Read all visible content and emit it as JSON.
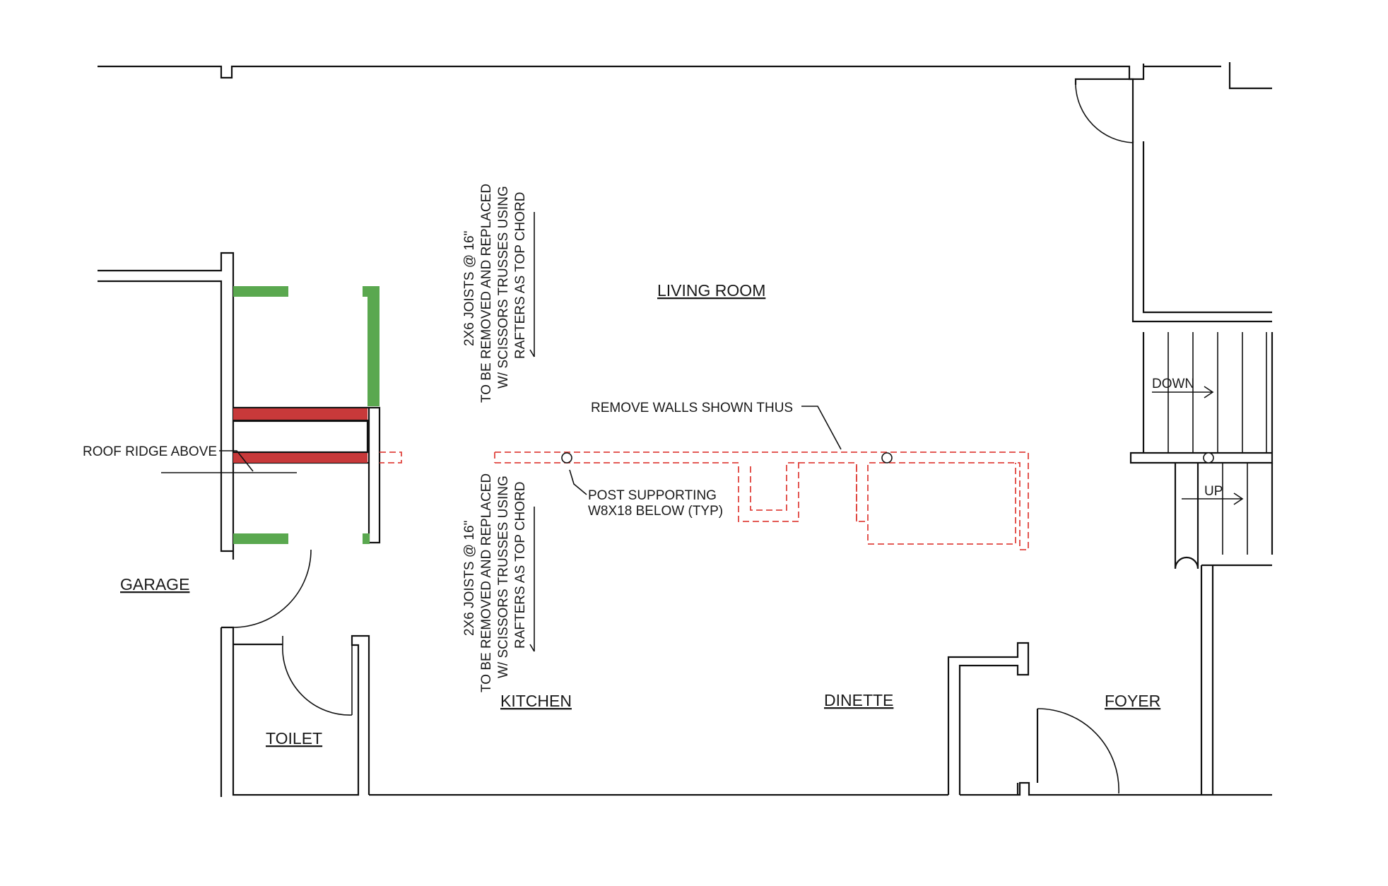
{
  "rooms": {
    "living_room": "LIVING ROOM",
    "garage": "GARAGE",
    "toilet": "TOILET",
    "kitchen": "KITCHEN",
    "dinette": "DINETTE",
    "foyer": "FOYER"
  },
  "notes": {
    "roof_ridge": "ROOF RIDGE ABOVE",
    "remove_walls": "REMOVE WALLS SHOWN THUS",
    "post_line1": "POST SUPPORTING",
    "post_line2": "W8X18 BELOW (TYP)",
    "joists_upper": [
      "2X6 JOISTS @ 16\"",
      "TO BE REMOVED AND REPLACED",
      "W/ SCISSORS TRUSSES USING",
      "RAFTERS AS TOP CHORD"
    ],
    "joists_lower": [
      "2X6 JOISTS @ 16\"",
      "TO BE REMOVED AND REPLACED",
      "W/ SCISSORS TRUSSES USING",
      "RAFTERS AS TOP CHORD"
    ]
  },
  "stairs": {
    "down": "DOWN",
    "up": "UP"
  },
  "colors": {
    "wall": "#111111",
    "demolition": "#e0443e",
    "new_green": "#5aa84f",
    "existing_red": "#c8393a"
  }
}
